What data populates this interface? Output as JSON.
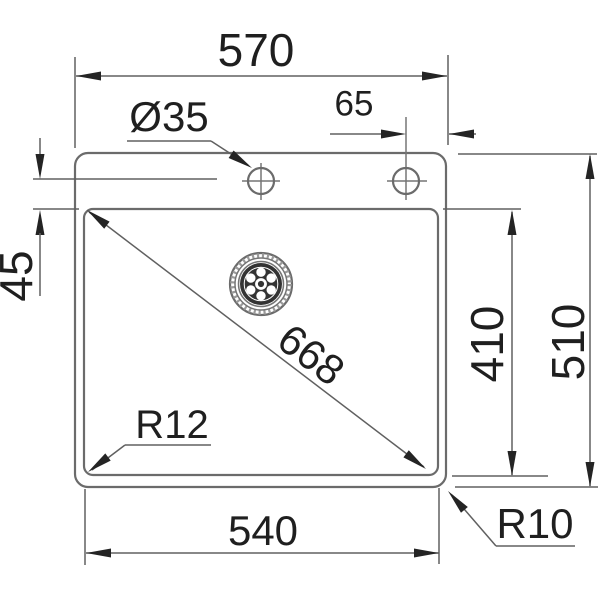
{
  "drawing": {
    "type": "technical-dimension-drawing",
    "subject": "kitchen sink top view with installation dimensions",
    "labels": {
      "overall_width": "570",
      "tap_hole_offset": "65",
      "tap_hole_diameter": "Ø35",
      "tap_hole_setback": "45",
      "diagonal": "668",
      "bowl_depth": "410",
      "overall_depth": "510",
      "bowl_width": "540",
      "bowl_corner_radius": "R12",
      "rim_corner_radius": "R10"
    },
    "colors": {
      "background": "#ffffff",
      "line": "#6b6b6b",
      "text": "#1f1f1f",
      "strainer_dark": "#333333"
    }
  }
}
